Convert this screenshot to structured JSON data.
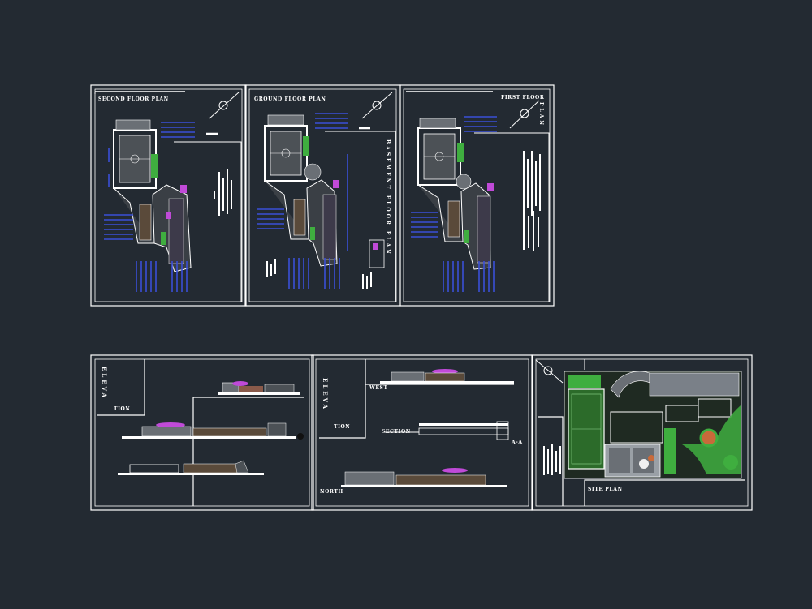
{
  "sheets_top": [
    {
      "title": "SECOND FLOOR PLAN"
    },
    {
      "title": "GROUND FLOOR PLAN",
      "side_label": "BASEMENT FLOOR PLAN"
    },
    {
      "title": "FIRST FLOOR",
      "title_line2": "PLAN"
    }
  ],
  "sheets_bottom": [
    {
      "labels": {
        "elevation_vertical": "ELEVA",
        "elevation_suffix": "TION"
      }
    },
    {
      "labels": {
        "elevation_vertical": "ELEVA",
        "elevation_suffix": "TION",
        "west": "WEST",
        "section": "SECTION",
        "section_mark": "A-A",
        "north": "NORTH"
      }
    },
    {
      "labels": {
        "site_plan": "SITE PLAN"
      }
    }
  ],
  "colors": {
    "background": "#232a32",
    "linework": "#ffffff",
    "dimension": "#3a4fd8",
    "green": "#3fae3f",
    "magenta": "#c04ad8",
    "site_green": "#2c6b2a",
    "grey": "#9aa0a6"
  }
}
